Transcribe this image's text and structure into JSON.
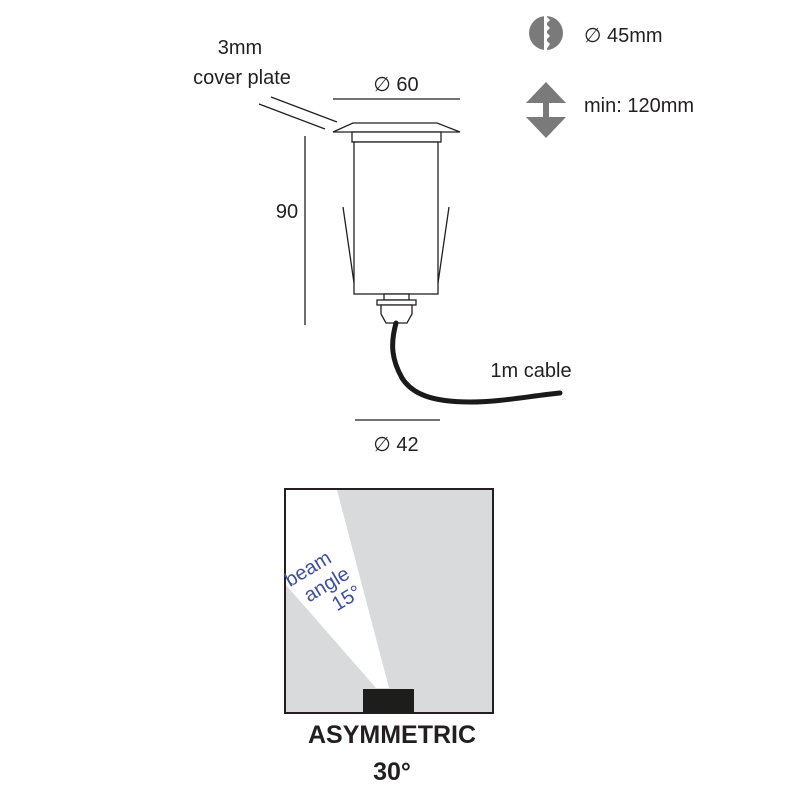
{
  "labels": {
    "cover_plate_line1": "3mm",
    "cover_plate_line2": "cover plate",
    "top_diameter": "∅ 60",
    "height": "90",
    "cable": "1m cable",
    "bottom_diameter": "∅ 42",
    "cutout_diameter": "∅ 45mm",
    "min_depth": "min: 120mm"
  },
  "icons": {
    "cutout": "hole-saw-icon",
    "depth": "up-down-arrow-icon"
  },
  "beam": {
    "line1": "beam",
    "line2": "angle",
    "line3": "15°",
    "title": "ASYMMETRIC",
    "subtitle": "30°"
  },
  "colors": {
    "line": "#231f20",
    "icon": "#7a7a7a",
    "beam_text": "#3d4f9f",
    "box_fill": "#d9dadb"
  }
}
